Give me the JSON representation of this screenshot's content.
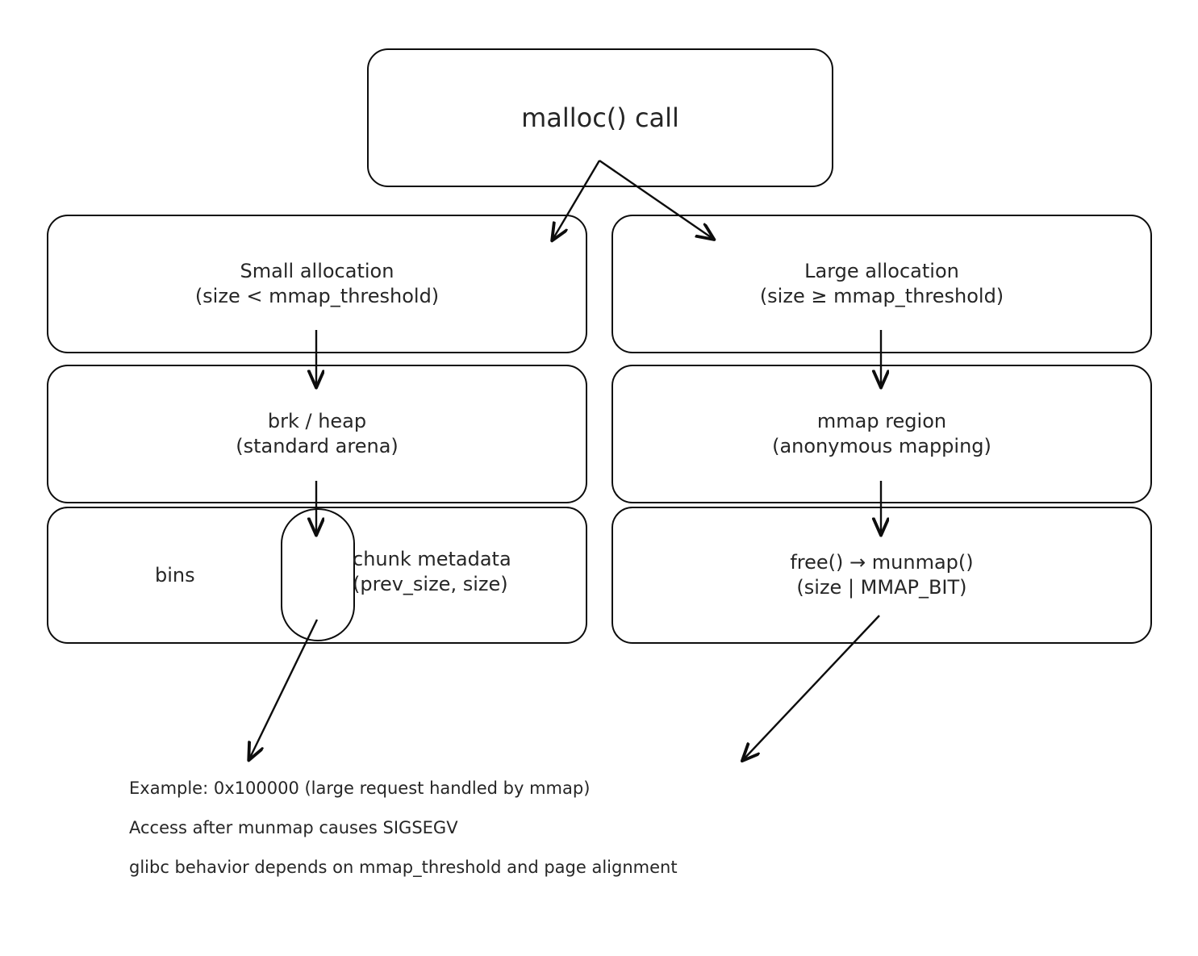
{
  "diagram": {
    "title_node": {
      "label": "malloc() call"
    },
    "nodes": {
      "small_allocation": "Small allocation\n(size < mmap_threshold)",
      "large_allocation": "Large allocation\n(size ≥ mmap_threshold)",
      "brk_heap": "brk / heap\n(standard arena)",
      "mmap_region": "mmap region\n(anonymous mapping)",
      "bins": "bins",
      "chunk_metadata": "chunk metadata\n(prev_size, size)",
      "free_munmap": "free() → munmap()\n(size | MMAP_BIT)"
    },
    "notes": [
      "Example: 0x100000 (large request handled by mmap)",
      "Access after munmap causes SIGSEGV",
      "glibc behavior depends on mmap_threshold and page alignment"
    ],
    "colors": {
      "background": "#ffffff",
      "stroke": "#0d0d0d",
      "text": "#262626"
    }
  }
}
